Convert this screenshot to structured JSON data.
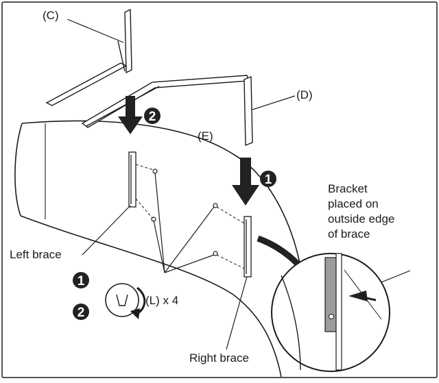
{
  "labels": {
    "part_c": "(C)",
    "part_d": "(D)",
    "part_e": "(E)",
    "left_brace": "Left brace",
    "right_brace": "Right brace",
    "screws": "(L) x 4",
    "note_line1": "Bracket",
    "note_line2": "placed on",
    "note_line3": "outside edge",
    "note_line4": "of brace"
  },
  "steps": {
    "arrow_d": "1",
    "arrow_c": "2",
    "legend_1": "1",
    "legend_2": "2"
  },
  "colors": {
    "line": "#1a1a1a",
    "bracket_fill": "#9c9c9c",
    "arrow_fill": "#222222"
  }
}
